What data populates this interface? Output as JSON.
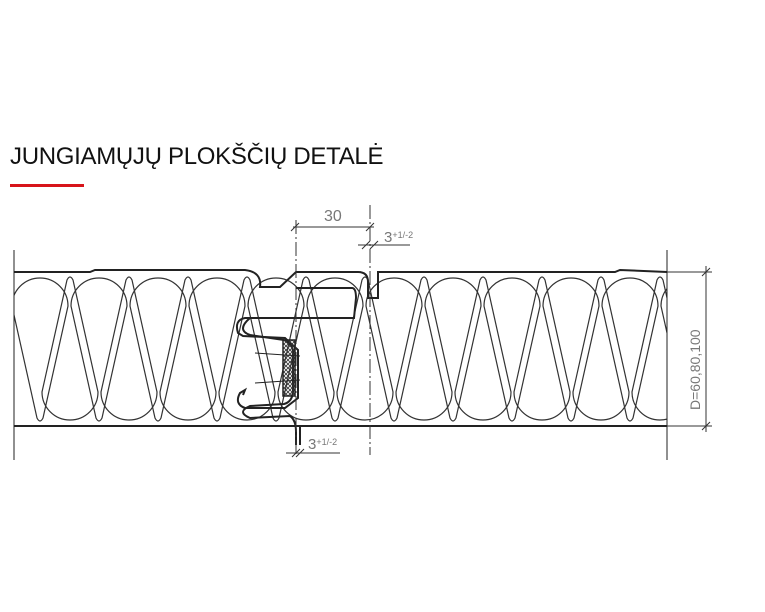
{
  "header": {
    "title": "JUNGIAMŲJŲ PLOKŠČIŲ DETALĖ",
    "accent_color": "#d7141a"
  },
  "drawing": {
    "joint_width_label": "30",
    "gap_top_label": "3",
    "gap_top_tolerance": "+1/-2",
    "gap_bottom_label": "3",
    "gap_bottom_tolerance": "+1/-2",
    "thickness_label": "D=60,80,100"
  }
}
